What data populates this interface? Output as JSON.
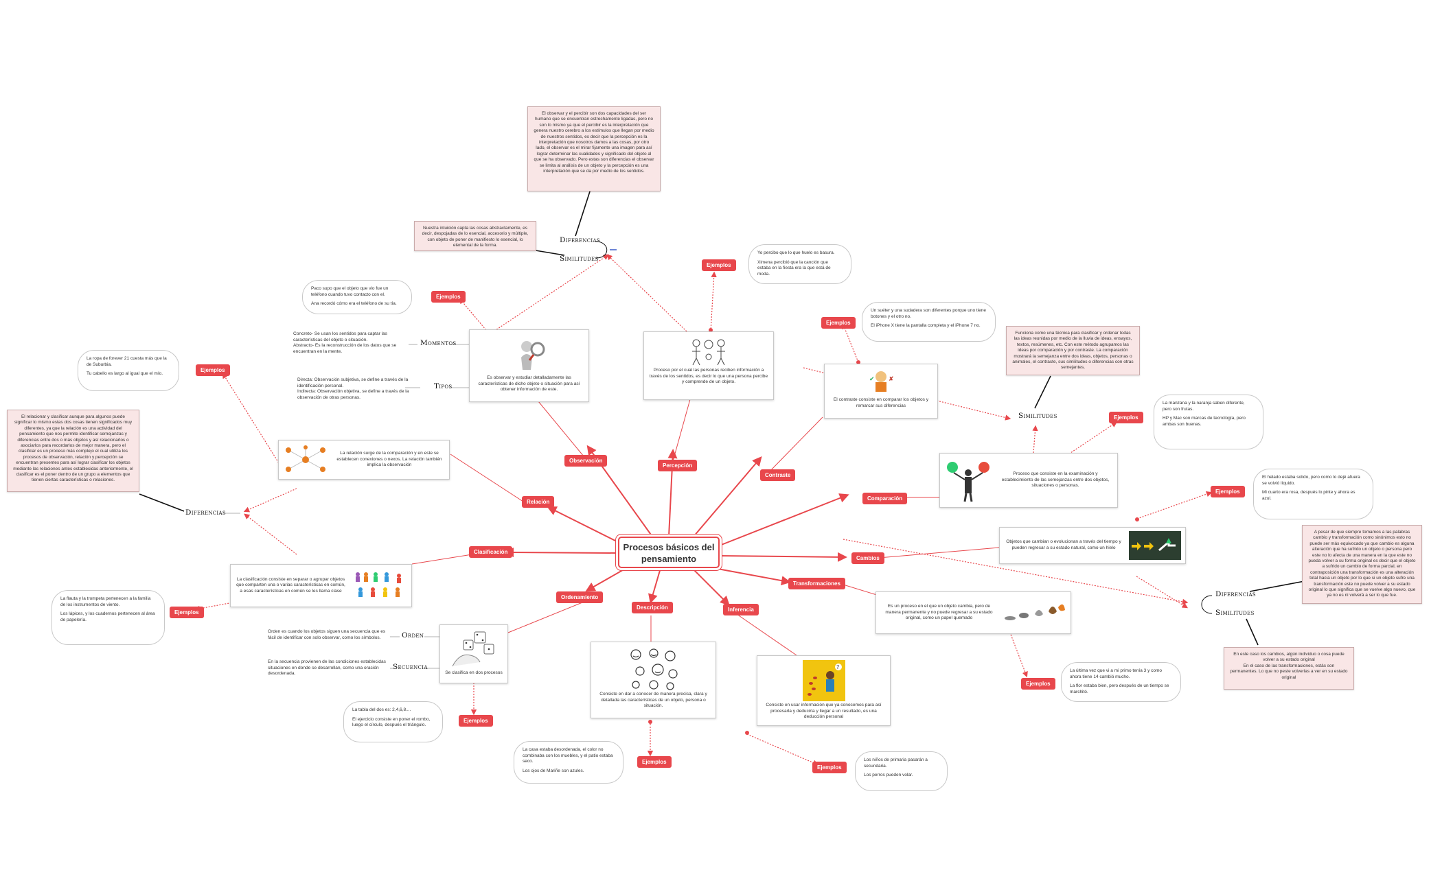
{
  "central": "Procesos básicos del pensamiento",
  "categories": {
    "observacion": "Observación",
    "percepcion": "Percepción",
    "contraste": "Contraste",
    "comparacion": "Comparación",
    "cambios": "Cambios",
    "transformaciones": "Transformaciones",
    "inferencia": "Inferencia",
    "descripcion": "Descripción",
    "ordenamiento": "Ordenamiento",
    "clasificacion": "Clasificación",
    "relacion": "Relación"
  },
  "example_label": "Ejemplos",
  "observacion": {
    "text": "Es observar y estudiar detalladamente las características de dicho objeto o situación para así obtener información de este.",
    "momentos_label": "Momentos",
    "momentos_text": "Concreto- Se usan los sentidos para captar las características del objeto o situación.\nAbstracto- Es la reconstrucción de los datos que se encuentran en la mente.",
    "tipos_label": "Tipos",
    "tipos_text": "Directa: Observación subjetiva, se define a través de la identificación personal.\nIndirecta: Observación objetiva, se define a través de la observación de otras personas.",
    "example_1": "Paco supo que el objeto que vio fue un teléfono cuando tuvo contacto con el.",
    "example_2": "Ana recordó cómo era el teléfono de su tía."
  },
  "percepcion": {
    "text": "Proceso por el cual las personas reciben información a través de los sentidos, es decir lo que una persona percibe y comprende de un objeto.",
    "example_1": "Yo percibo que lo que huelo es basura.",
    "example_2": "Ximena percibió que la canción que estaba en la fiesta era la que está de moda."
  },
  "obs_perc": {
    "diferencias_label": "Diferencias",
    "similitudes_label": "Similitudes",
    "diferencias_note": "El observar y el percibir son dos capacidades del ser humano que se encuentran estrechamente ligadas, pero no son lo mismo ya que el percibir es la interpretación que genera nuestro cerebro a los estímulos que llegan por medio de nuestros sentidos, es decir que la percepción es la interpretación que nosotros damos a las cosas, por otro lado, el observar es el mirar fijamente una imagen para así lograr determinar las cualidades y significado del objeto al que se ha observado. Pero estas son diferencias el observar se limita al análisis de un objeto y la percepción es una interpretación que se da por medio de los sentidos.",
    "similitudes_note": "Nuestra intuición capta las cosas abstractamente, es decir, despojadas de lo esencial, accesorio y múltiple, con objeto de poner de manifiesto lo esencial, lo elemental de la forma."
  },
  "contraste": {
    "text": "El contraste consiste en comparar los objetos y remarcar sus diferencias",
    "example_1": "Un suéter y una sudadera son diferentes porque uno tiene botones y el otro no.",
    "example_2": "El iPhone X tiene la pantalla completa y el iPhone 7 no."
  },
  "comparacion": {
    "text": "Proceso que consiste en la examinación y establecimiento de las semejanzas entre dos objetos, situaciones o personas.",
    "example_1": "La manzana y la naranja saben diferente, pero son frutas.",
    "example_2": "HP y Mac son marcas de tecnología, pero ambas son buenas."
  },
  "cont_comp": {
    "similitudes_label": "Similitudes",
    "note": "Funciona como una técnica para clasificar y ordenar todas las ideas reunidas por medio de la lluvia de ideas, ensayos, textos, resúmenes, etc. Con este método agrupamos las ideas por comparación y por contraste. La comparación mostrará la semejanza entre dos ideas, objetos, personas o animales, el contraste, sus similitudes o diferencias con otras semejantes."
  },
  "cambios": {
    "text": "Objetos que cambian o evolucionan a través del tiempo y pueden regresar a su estado natural, como un hielo",
    "example_1": "El helado estaba solido, pero como lo dejé afuera se volvió líquido.",
    "example_2": "Mi cuarto era rosa, después lo pinte y ahora es azul."
  },
  "transformaciones": {
    "text": "Es un proceso en el que un objeto cambia, pero de manera permanente y no puede regresar a su estado original, como un papel quemado",
    "example_1": "La última vez que vi a mi primo tenía 3 y como ahora tiene 14 cambió mucho.",
    "example_2": "La flor estaba bien, pero después de un tiempo se marchitó."
  },
  "camb_trans": {
    "diferencias_label": "Diferencias",
    "similitudes_label": "Similitudes",
    "diferencias_note": "A pesar de que siempre tomamos a las palabras cambio y transformación como sinónimos esto no puede ser más equivocado ya que cambio es alguna alteración que ha sufrido un objeto o persona pero este no lo afecta de una manera en la que este no pueda volver a su forma original es decir que el objeto a sufrido un cambio de forma parcial, en contraposición una transformación es una alteración total hacia un objeto por lo que si un objeto sufre una transformación este no puede volver a su estado original lo que significa que se vuelve algo nuevo, que ya no es ni volverá a ser lo que fue.",
    "similitudes_note": "En este caso los cambios, algún individuo o cosa puede volver a su estado original\nEn el caso de las transformaciones, estás son permanentes. Lo que no peste volverlas a ver en su estado original"
  },
  "inferencia": {
    "text": "Consiste en usar información que ya conocemos para así procesarla y deducirla y llegar a un resultado, es una deducción personal",
    "example_1": "Los niños de primaria pasarán a secundaria.",
    "example_2": "Los perros pueden volar."
  },
  "descripcion": {
    "text": "Consiste en dar a conocer de manera precisa, clara y detallada las características de un objeto, persona o situación.",
    "example_1": "La casa estaba desordenada, el color no combinaba con los muebles, y el patio estaba seco.",
    "example_2": "Los ojos de Mariñe son azules."
  },
  "ordenamiento": {
    "text": "Se clasifica en dos procesos",
    "orden_label": "Orden",
    "orden_text": "Orden es cuando los objetos siguen una secuencia que es fácil de identificar con solo observar, como los símbolos.",
    "secuencia_label": "Secuencia",
    "secuencia_text": "En la secuencia provienen de las condiciones establecidas situaciones en donde se desarrollan, como una oración desordenada.",
    "example_1": "La tabla del dos es: 2,4,6,8....",
    "example_2": "El ejercicio consiste en poner el rombo, luego el círculo, después el triángulo."
  },
  "clasificacion": {
    "text": "La clasificación consiste en separar o agrupar objetos que comparten una o varias características en común, a esas características en común se les llama clase",
    "example_1": "La flauta y la trompeta pertenecen a la familia de los instrumentos de viento.",
    "example_2": "Los lápices, y los cuadernos pertenecen al área de papelería."
  },
  "relacion": {
    "text": "La relación surge de la comparación y en este se establecen conexiones o nexos. La relación también implica la observación",
    "example_1": "La ropa de forever 21 cuesta más que la de Suburbia.",
    "example_2": "Tu cabello es largo al igual que el mío."
  },
  "rel_clas": {
    "diferencias_label": "Diferencias",
    "note": "El relacionar y clasificar aunque para algunos puede significar lo mismo estas dos cosas tienen significados muy diferentes, ya que la relación es una actividad del pensamiento que nos permite identificar semejanzas y diferencias entre dos o más objetos y así relacionarlos o asociarlos para recordarlos de mejor manera, pero el clasificar es un proceso más complejo el cual utiliza los procesos de observación, relación y percepción se encuentran presentes para así lograr clasificar los objetos mediante las relaciones antes establecidas anteriormente, el clasificar es el poner dentro de un grupo a elementos que tienen ciertas características o relaciones."
  },
  "colors": {
    "accent": "#e8474c",
    "note_bg": "#f9e6e6",
    "card_border": "#c8c8c8"
  }
}
